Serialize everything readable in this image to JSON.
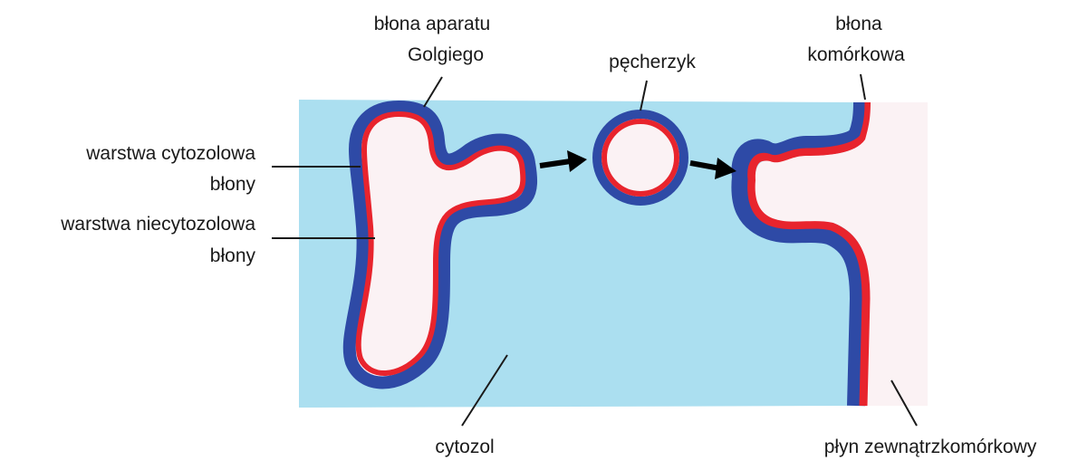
{
  "labels": {
    "golgi_membrane_line1": "błona aparatu",
    "golgi_membrane_line2": "Golgiego",
    "vesicle": "pęcherzyk",
    "cell_membrane_line1": "błona",
    "cell_membrane_line2": "komórkowa",
    "cytosolic_layer_line1": "warstwa cytozolowa",
    "cytosolic_layer_line2": "błony",
    "noncytosolic_layer_line1": "warstwa niecytozolowa",
    "noncytosolic_layer_line2": "błony",
    "cytosol": "cytozol",
    "extracellular_fluid": "płyn zewnątrzkomórkowy"
  },
  "colors": {
    "cytosol": "#abdff0",
    "lumen": "#fbf2f4",
    "cytosolic_layer": "#2e4aa6",
    "noncytosolic_layer": "#e8242d",
    "arrow": "#000000"
  }
}
